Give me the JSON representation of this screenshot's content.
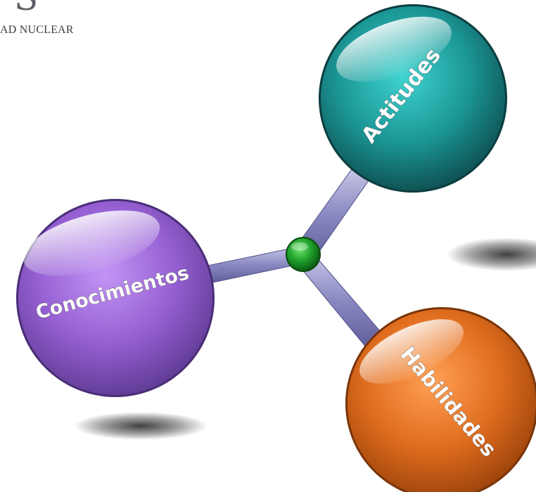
{
  "brand": {
    "partial_letter": "S",
    "partial_text": "AD NUCLEAR"
  },
  "diagram": {
    "nodes": [
      {
        "id": "actitudes",
        "label": "Actitudes",
        "color": "#1f9a9a"
      },
      {
        "id": "conocimientos",
        "label": "Conocimientos",
        "color": "#9b63d6"
      },
      {
        "id": "habilidades",
        "label": "Habilidades",
        "color": "#e46f1f"
      }
    ],
    "hub_color": "#1fa02a"
  }
}
